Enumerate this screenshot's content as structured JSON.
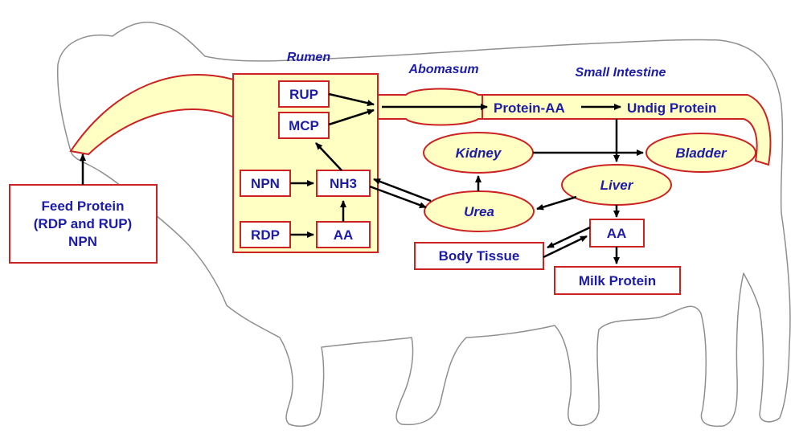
{
  "regions": {
    "rumen": "Rumen",
    "abomasum": "Abomasum",
    "small_intestine": "Small Intestine"
  },
  "nodes": {
    "rup": "RUP",
    "mcp": "MCP",
    "npn": "NPN",
    "nh3": "NH3",
    "rdp": "RDP",
    "rumen_aa": "AA",
    "protein_aa": "Protein-AA",
    "undig_protein": "Undig Protein",
    "kidney": "Kidney",
    "bladder": "Bladder",
    "liver": "Liver",
    "urea": "Urea",
    "tissue_aa": "AA",
    "body_tissue": "Body Tissue",
    "milk_protein": "Milk Protein"
  },
  "feed": {
    "line1": "Feed Protein",
    "line2": "(RDP and RUP)",
    "line3": "NPN"
  },
  "colors": {
    "text": "#1c1ca8",
    "box_border": "#cc2222",
    "fill": "#ffffc4",
    "outline": "#8f8f8f"
  }
}
